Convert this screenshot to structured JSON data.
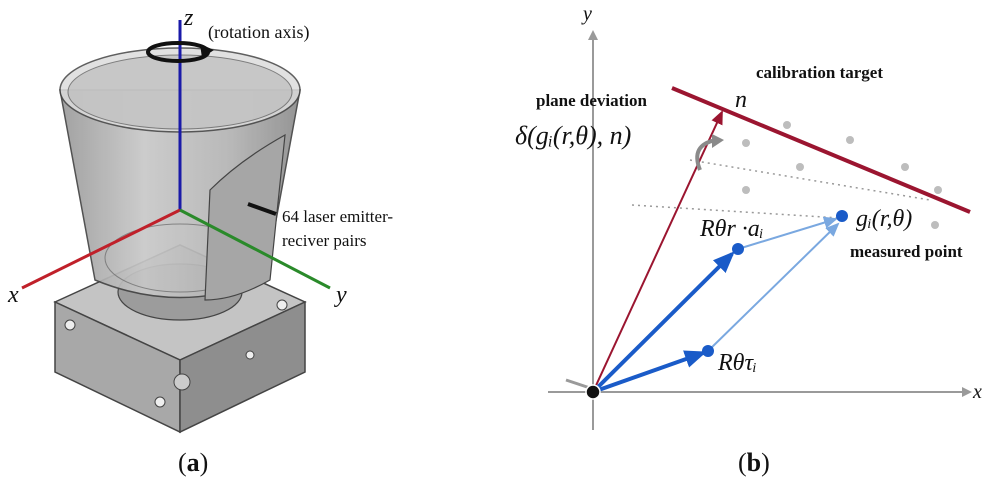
{
  "panel_a": {
    "axis_z": "z",
    "axis_x": "x",
    "axis_y": "y",
    "rotation_label": "(rotation axis)",
    "laser_label_line1": "64 laser emitter-",
    "laser_label_line2": "reciver pairs",
    "caption": "a"
  },
  "panel_b": {
    "axis_x": "x",
    "axis_y": "y",
    "calibration_target": "calibration target",
    "normal": "n",
    "plane_deviation": "plane deviation",
    "delta_expr": "δ(gᵢ(r,θ), n)",
    "r_theta_r_a": "Rθr ·aᵢ",
    "g_expr": "gᵢ(r,θ)",
    "measured_point": "measured point",
    "r_theta_tau": "Rθτᵢ",
    "caption": "b"
  },
  "colors": {
    "axis_red": "#c0202a",
    "axis_green": "#2a8a2a",
    "axis_blue": "#1a1aa8",
    "dark_red": "#9b1530",
    "blue_arrow": "#1a5bc8",
    "light_blue": "#7aa8e0",
    "grey_axis": "#9a9a9a"
  }
}
